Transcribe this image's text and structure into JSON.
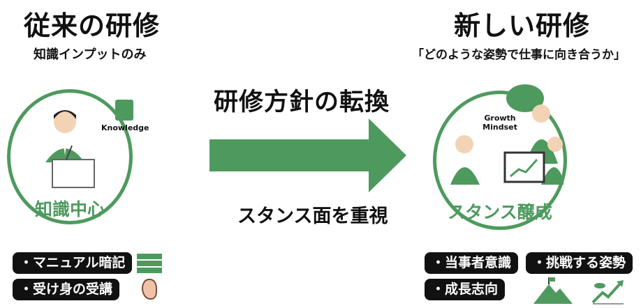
{
  "left": {
    "title": "従来の研修",
    "subtitle": "知識インプットのみ",
    "circle_label": "知識中心",
    "book_label": "Knowledge",
    "points": [
      "・マニュアル暗記",
      "・受け身の受講"
    ]
  },
  "center": {
    "heading": "研修方針の転換",
    "caption": "スタンス面を重視"
  },
  "right": {
    "title": "新しい研修",
    "subtitle": "「どのような姿勢で仕事に向き合うか」",
    "circle_label": "スタンス醸成",
    "brain_label": "Growth Mindset",
    "points": [
      "・当事者意識",
      "・挑戦する姿勢",
      "・成長志向"
    ]
  },
  "colors": {
    "accent": "#4e9a5e",
    "pill": "#111111"
  }
}
